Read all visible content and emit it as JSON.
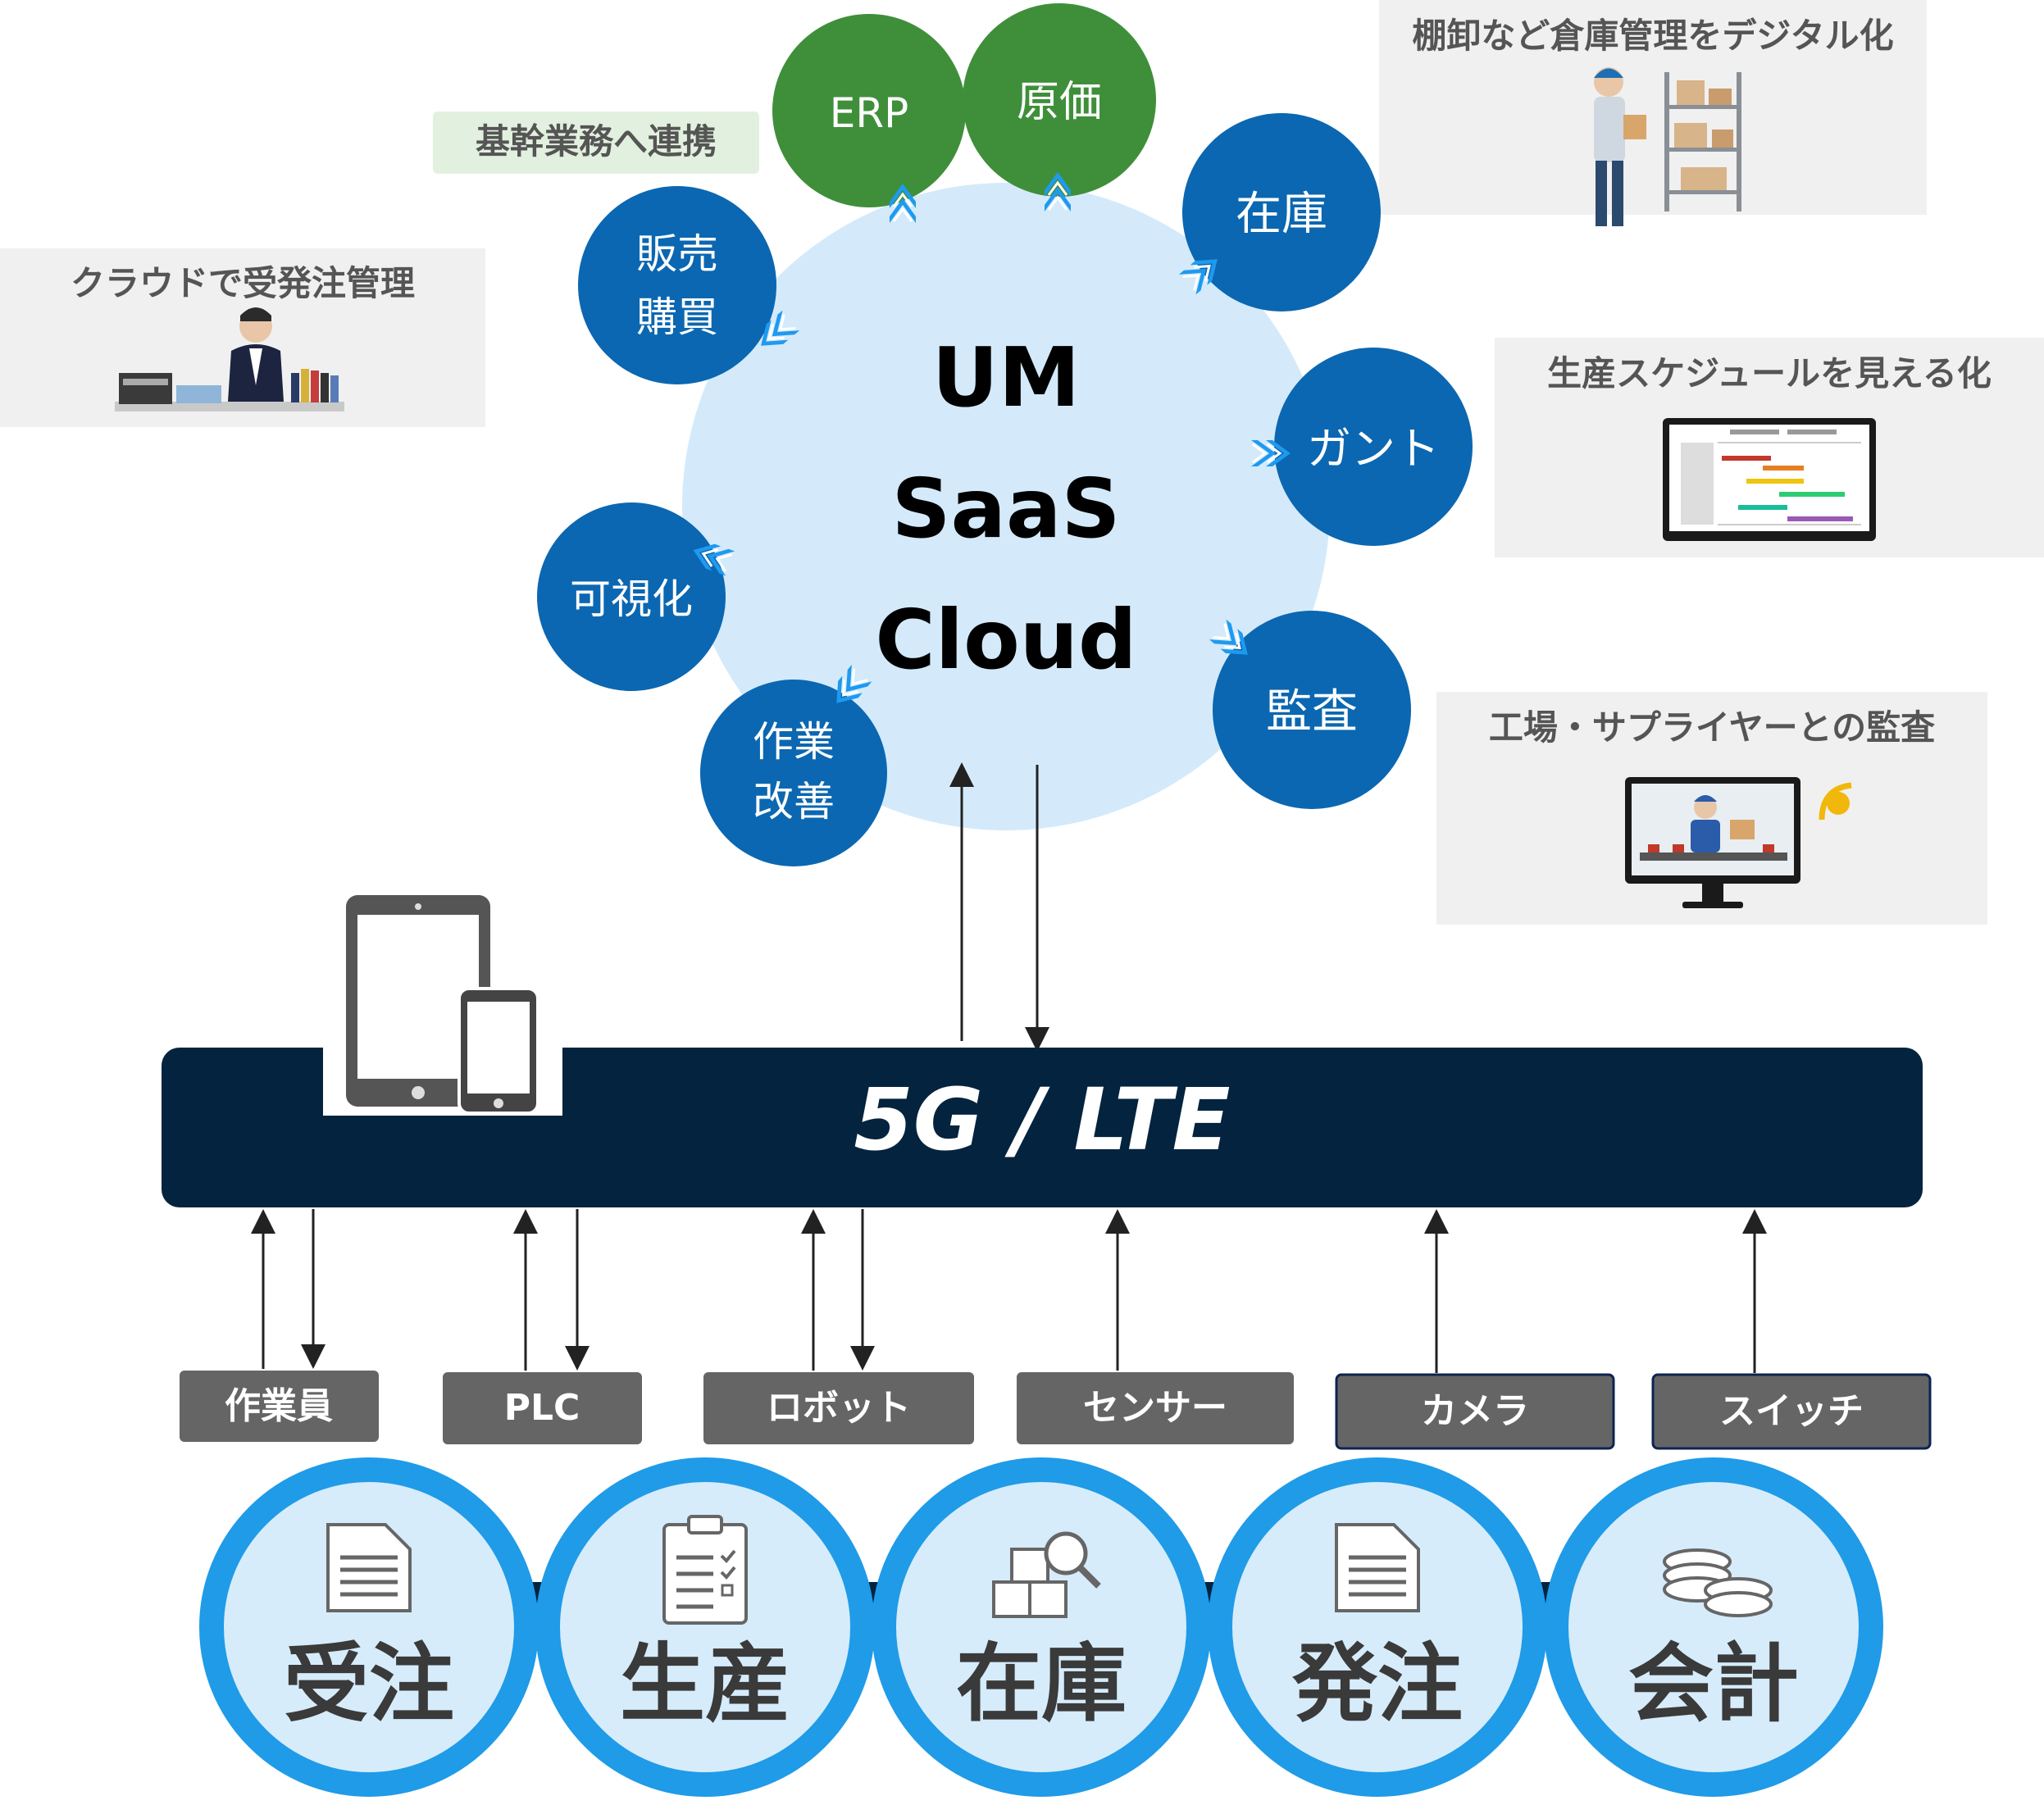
{
  "cloud": {
    "line1": "UM",
    "line2": "SaaS",
    "line3": "Cloud"
  },
  "core_badge": "基幹業務へ連携",
  "satellites": {
    "erp": "ERP",
    "cost": "原価",
    "inventory": "在庫",
    "gantt": "ガント",
    "audit": "監査",
    "work_improve_1": "作業",
    "work_improve_2": "改善",
    "visualize": "可視化",
    "sales_1": "販売",
    "sales_2": "購買"
  },
  "callouts": {
    "cloud_orders": "クラウドで受発注管理",
    "warehouse": "棚卸など倉庫管理をデジタル化",
    "schedule": "生産スケジュールを見える化",
    "factory_audit": "工場・サプライヤーとの監査"
  },
  "network": {
    "label": "5G / LTE"
  },
  "devices": [
    "作業員",
    "PLC",
    "ロボット",
    "センサー",
    "カメラ",
    "スイッチ"
  ],
  "processes": [
    "受注",
    "生産",
    "在庫",
    "発注",
    "会計"
  ],
  "colors": {
    "cloud_fill": "#d4eafa",
    "satellite_blue": "#0b67b1",
    "satellite_green": "#3f8f3a",
    "badge_green": "#e2f1df",
    "network_bar": "#03233f",
    "device_box": "#656565",
    "process_ring": "#1f9be8",
    "process_fill": "#d6ecfb",
    "callout_bg": "#f0f0f0",
    "chevron": "#1e9af0"
  }
}
